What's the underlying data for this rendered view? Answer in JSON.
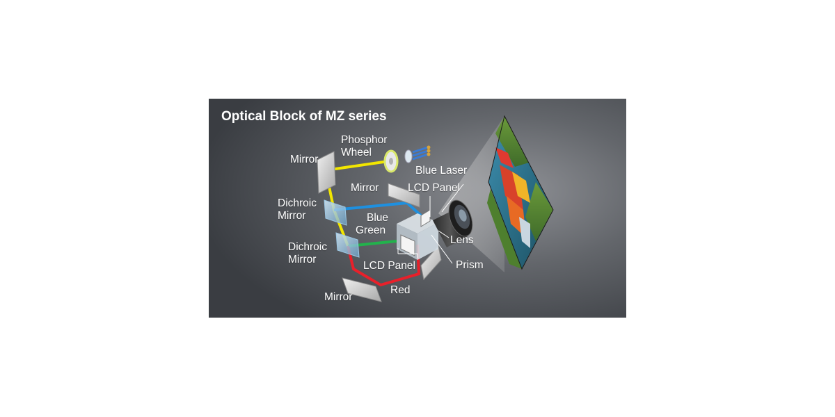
{
  "title": "Optical Block of MZ series",
  "labels": {
    "phosphor_wheel": "Phosphor\nWheel",
    "mirror_top": "Mirror",
    "blue_laser": "Blue Laser",
    "mirror_mid": "Mirror",
    "lcd_panel_top": "LCD Panel",
    "dichroic_mirror_1": "Dichroic\nMirror",
    "blue": "Blue",
    "green": "Green",
    "lens": "Lens",
    "dichroic_mirror_2": "Dichroic\nMirror",
    "lcd_panel_bottom": "LCD Panel",
    "prism": "Prism",
    "red": "Red",
    "mirror_bottom": "Mirror"
  },
  "colors": {
    "background_light": "#8a8c90",
    "background_dark": "#3a3d42",
    "beam_yellow": "#f2e600",
    "beam_blue": "#1e90e0",
    "beam_green": "#22b24c",
    "beam_red": "#e8202a"
  }
}
